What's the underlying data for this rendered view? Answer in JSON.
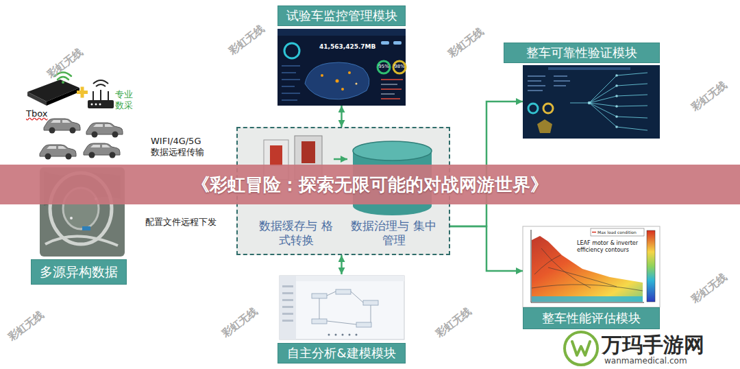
{
  "diagram": {
    "title": "《彩虹冒险：探索无限可能的对战网游世界》",
    "nodes": [
      {
        "text": [
          "试验车监控管理模块"
        ]
      },
      {
        "text": [
          "整车可靠性验证模块"
        ]
      },
      {
        "text": [
          "多源异构数据"
        ]
      },
      {
        "text": []
      },
      {
        "text": [
          "数据缓存与 格式转换"
        ],
        "in": 3
      },
      {
        "text": [
          "数据治理与 集中管理"
        ],
        "in": 3
      },
      {
        "text": [
          "整车性能评估模块"
        ]
      },
      {
        "text": [
          "自主分析&建模模块"
        ]
      }
    ],
    "edges": [
      {
        "from": 0,
        "to": 3,
        "arrow": "both"
      },
      {
        "from": 4,
        "to": 5,
        "arrow": "to"
      },
      {
        "from": 3,
        "to": 1,
        "arrow": "to"
      },
      {
        "from": 3,
        "to": 6,
        "arrow": "to"
      },
      {
        "from": 3,
        "to": 7,
        "arrow": "both"
      }
    ],
    "labels": [
      "Tbox",
      "专业 数采",
      "WIFI/4G/5G 数据远程传输",
      "配置文件远程下发",
      "41,563,425.7MB",
      "95%",
      "98%",
      "Max load condition",
      "LEAF motor & inverter efficiency contours",
      "彩虹无线",
      "彩虹无线",
      "彩虹无线",
      "彩虹无线",
      "彩虹无线",
      "彩虹无线",
      "彩虹无线",
      "彩虹无线",
      "万玛手游网",
      "wanmamedical.com"
    ]
  }
}
